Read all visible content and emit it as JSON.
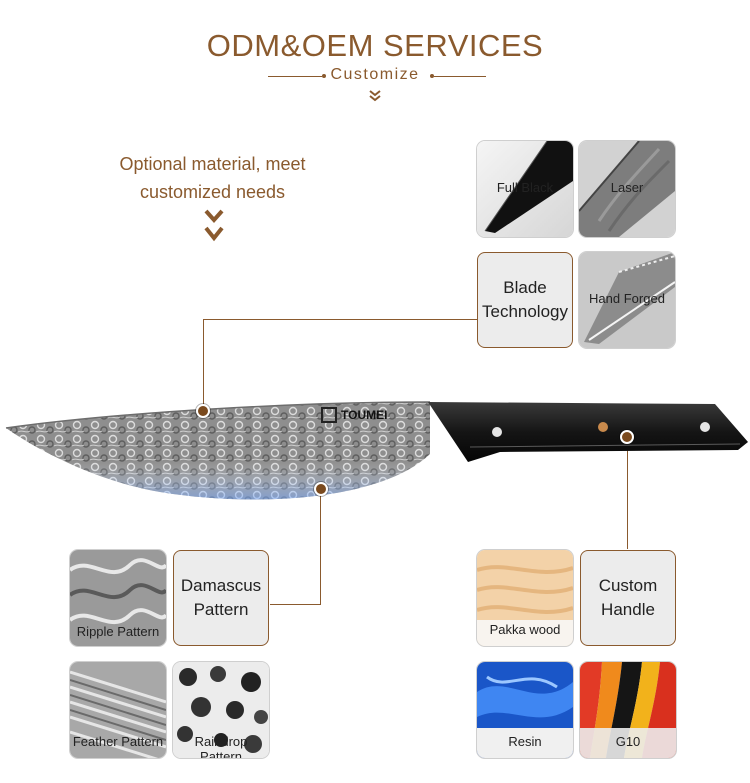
{
  "header": {
    "title": "ODM&OEM SERVICES",
    "subtitle": "Customize"
  },
  "intro": {
    "line1": "Optional material, meet",
    "line2": "customized needs"
  },
  "blade": {
    "category": [
      "Blade",
      "Technology"
    ],
    "options": [
      "Full Black",
      "Laser",
      "Hand Forged"
    ]
  },
  "knife": {
    "brand": "TOUMEI"
  },
  "damascus": {
    "category": [
      "Damascus",
      "Pattern"
    ],
    "options": [
      "Ripple Pattern",
      "Feather Pattern",
      "Raindrop Pattern"
    ]
  },
  "handle": {
    "category": [
      "Custom",
      "Handle"
    ],
    "options": [
      "Pakka wood",
      "Resin",
      "G10"
    ]
  },
  "colors": {
    "accent": "#8a5a2e",
    "dot": "#7a4a1e"
  }
}
